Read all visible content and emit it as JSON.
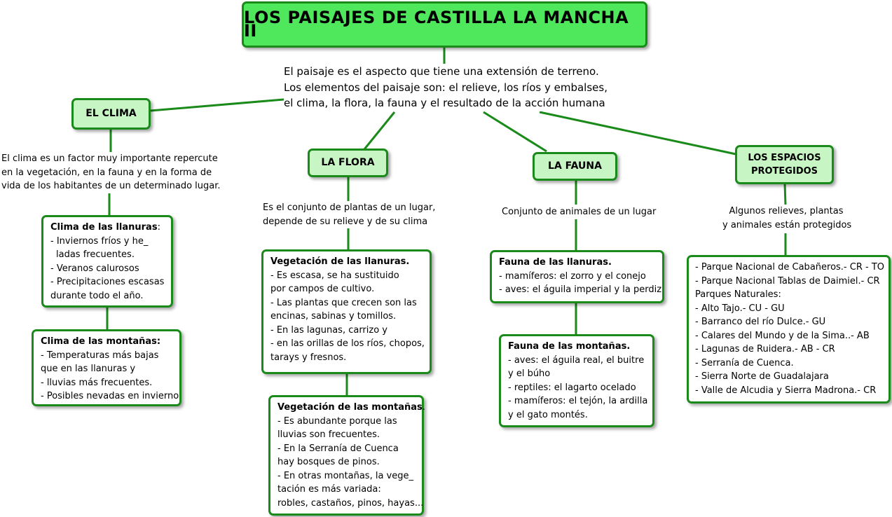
{
  "title": "LOS PAISAJES DE CASTILLA LA MANCHA II",
  "intro": [
    "El paisaje es el aspecto que tiene una extensión de terreno.",
    "Los elementos del paisaje son: el relieve, los ríos y embalses,",
    "el clima, la flora, la fauna y el resultado de la acción humana"
  ],
  "clima": {
    "heading": "EL CLIMA",
    "description": [
      "El clima es un factor muy importante repercute",
      "en la vegetación, en la fauna y en la forma de",
      "vida de los habitantes de un determinado lugar."
    ],
    "llanuras": {
      "heading": "Clima de las llanuras",
      "heading_suffix": ":",
      "lines": [
        "- Inviernos fríos y he_",
        "ladas frecuentes.",
        "- Veranos calurosos",
        "- Precipitaciones escasas",
        "durante todo el año."
      ]
    },
    "montanas": {
      "heading": "Clima de las montañas:",
      "lines": [
        "- Temperaturas más bajas",
        "que en las llanuras y",
        "- lluvias más frecuentes.",
        "- Posibles nevadas en invierno"
      ]
    }
  },
  "flora": {
    "heading": "LA FLORA",
    "description": [
      "Es el conjunto de plantas de un lugar,",
      "depende de su relieve y de su clima"
    ],
    "llanuras": {
      "heading": "Vegetación de las llanuras.",
      "lines": [
        "- Es escasa, se ha sustituido",
        "por campos de cultivo.",
        "- Las plantas que crecen son las",
        "encinas, sabinas y tomillos.",
        "- En las lagunas, carrizo y",
        "- en las orillas de los ríos, chopos,",
        "tarays y fresnos."
      ]
    },
    "montanas": {
      "heading": "Vegetación de las montañas",
      "heading_suffix": ".",
      "lines": [
        "- Es abundante porque las",
        "lluvias son frecuentes.",
        "- En la Serranía de Cuenca",
        "hay bosques de pinos.",
        "- En otras montañas, la vege_",
        "tación es más variada:",
        "robles, castaños, pinos, hayas..."
      ]
    }
  },
  "fauna": {
    "heading": "LA FAUNA",
    "description": [
      "Conjunto de animales de un lugar"
    ],
    "llanuras": {
      "heading": "Fauna de las llanuras.",
      "lines": [
        "-  mamíferos: el zorro y el conejo",
        "- aves: el águila imperial y la perdiz"
      ]
    },
    "montanas": {
      "heading": "Fauna de las montañas.",
      "lines": [
        "-  aves: el águila real, el buitre",
        "y el búho",
        "- reptiles: el lagarto ocelado",
        "- mamíferos: el tejón, la ardilla",
        "y el gato montés."
      ]
    }
  },
  "espacios": {
    "heading_line1": "LOS ESPACIOS",
    "heading_line2": "PROTEGIDOS",
    "description": [
      "Algunos relieves, plantas",
      "y animales están protegidos"
    ],
    "lista": {
      "lines": [
        "- Parque Nacional de Cabañeros.- CR - TO",
        "- Parque Nacional Tablas de Daimiel.- CR",
        "Parques Naturales:",
        "- Alto Tajo.- CU - GU",
        "- Barranco del río Dulce.- GU",
        "- Calares del Mundo y de la Sima..- AB",
        "- Lagunas de Ruidera.- AB - CR",
        "- Serranía de Cuenca.",
        "- Sierra Norte de Guadalajara",
        "- Valle de Alcudia y Sierra Madrona.- CR"
      ]
    }
  },
  "colors": {
    "title_fill": "#4fe85c",
    "heading_fill": "#c8f5c4",
    "border": "#1a8a1a"
  }
}
